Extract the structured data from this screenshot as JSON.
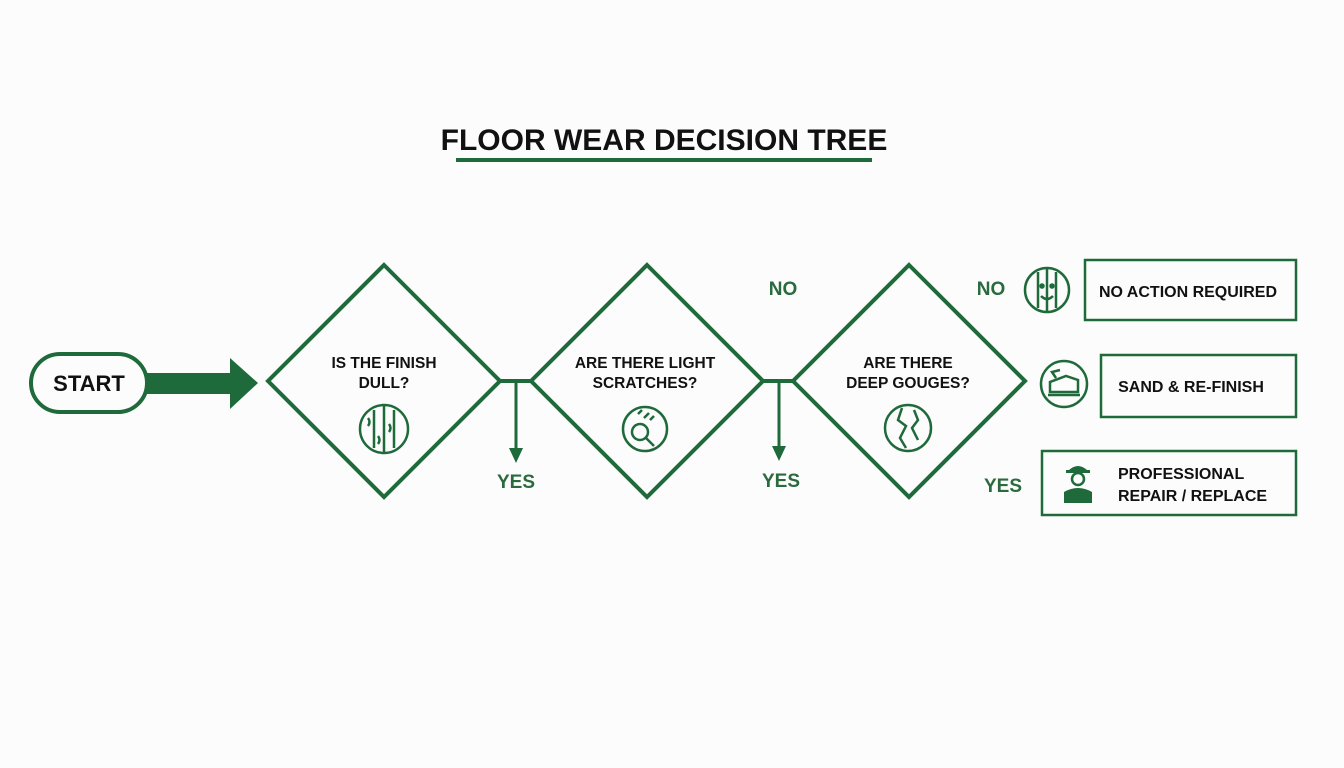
{
  "title": "FLOOR WEAR DECISION TREE",
  "start": {
    "label": "START"
  },
  "decisions": [
    {
      "lines": [
        "IS THE FINISH",
        "DULL?"
      ],
      "yes_label": "YES",
      "icon": "wood-plank-icon"
    },
    {
      "lines": [
        "ARE THERE LIGHT",
        "SCRATCHES?"
      ],
      "yes_label": "YES",
      "no_label": "NO",
      "icon": "magnifier-scratch-icon"
    },
    {
      "lines": [
        "ARE THERE",
        "DEEP GOUGES?"
      ],
      "yes_label": "YES",
      "no_label": "NO",
      "icon": "cracked-wood-icon"
    }
  ],
  "outcomes": [
    {
      "lines": [
        "NO ACTION REQUIRED"
      ],
      "icon": "smiley-wood-icon"
    },
    {
      "lines": [
        "SAND & RE-FINISH"
      ],
      "icon": "sander-icon"
    },
    {
      "lines": [
        "PROFESSIONAL",
        "REPAIR / REPLACE"
      ],
      "icon": "worker-icon"
    }
  ],
  "colors": {
    "accent": "#1f6a3a",
    "label": "#2a6a3d",
    "background": "#fbfcfb",
    "text": "#111111"
  }
}
